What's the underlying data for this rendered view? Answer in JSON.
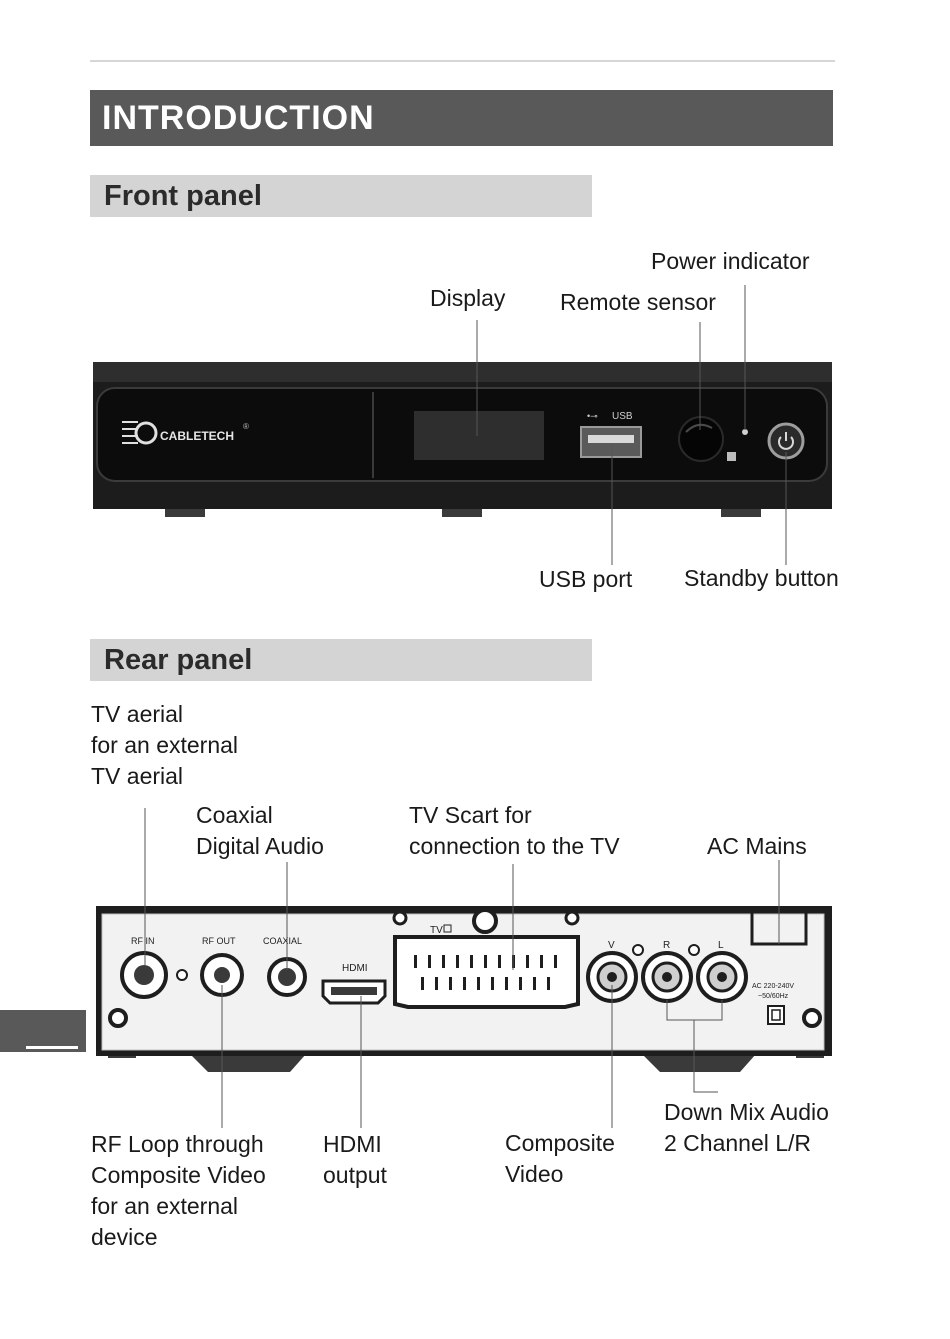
{
  "header": {
    "title": "INTRODUCTION"
  },
  "front_panel": {
    "title": "Front panel",
    "labels": {
      "power_indicator": "Power indicator",
      "display": "Display",
      "remote_sensor": "Remote sensor",
      "usb_port": "USB port",
      "standby_button": "Standby button"
    },
    "device": {
      "brand": "CABLETECH",
      "registered": "®",
      "usb_mark": "USB"
    }
  },
  "rear_panel": {
    "title": "Rear panel",
    "labels": {
      "tv_aerial": [
        "TV aerial",
        "for an external",
        "TV aerial"
      ],
      "coaxial": [
        "Coaxial",
        "Digital Audio"
      ],
      "tv_scart": [
        "TV Scart for",
        "connection to the TV"
      ],
      "ac_mains": "AC Mains",
      "rf_loop": [
        "RF Loop through",
        "Composite Video",
        "for an external",
        "device"
      ],
      "hdmi_output": [
        "HDMI",
        "output"
      ],
      "composite_video": [
        "Composite",
        "Video"
      ],
      "down_mix": [
        "Down Mix Audio",
        "2 Channel L/R"
      ]
    },
    "device": {
      "rf_in": "RF IN",
      "rf_out": "RF OUT",
      "coaxial": "COAXIAL",
      "hdmi": "HDMI",
      "tv": "TV",
      "v": "V",
      "r": "R",
      "l": "L",
      "ac_rating_1": "AC 220-240V",
      "ac_rating_2": "~50/60Hz"
    }
  }
}
